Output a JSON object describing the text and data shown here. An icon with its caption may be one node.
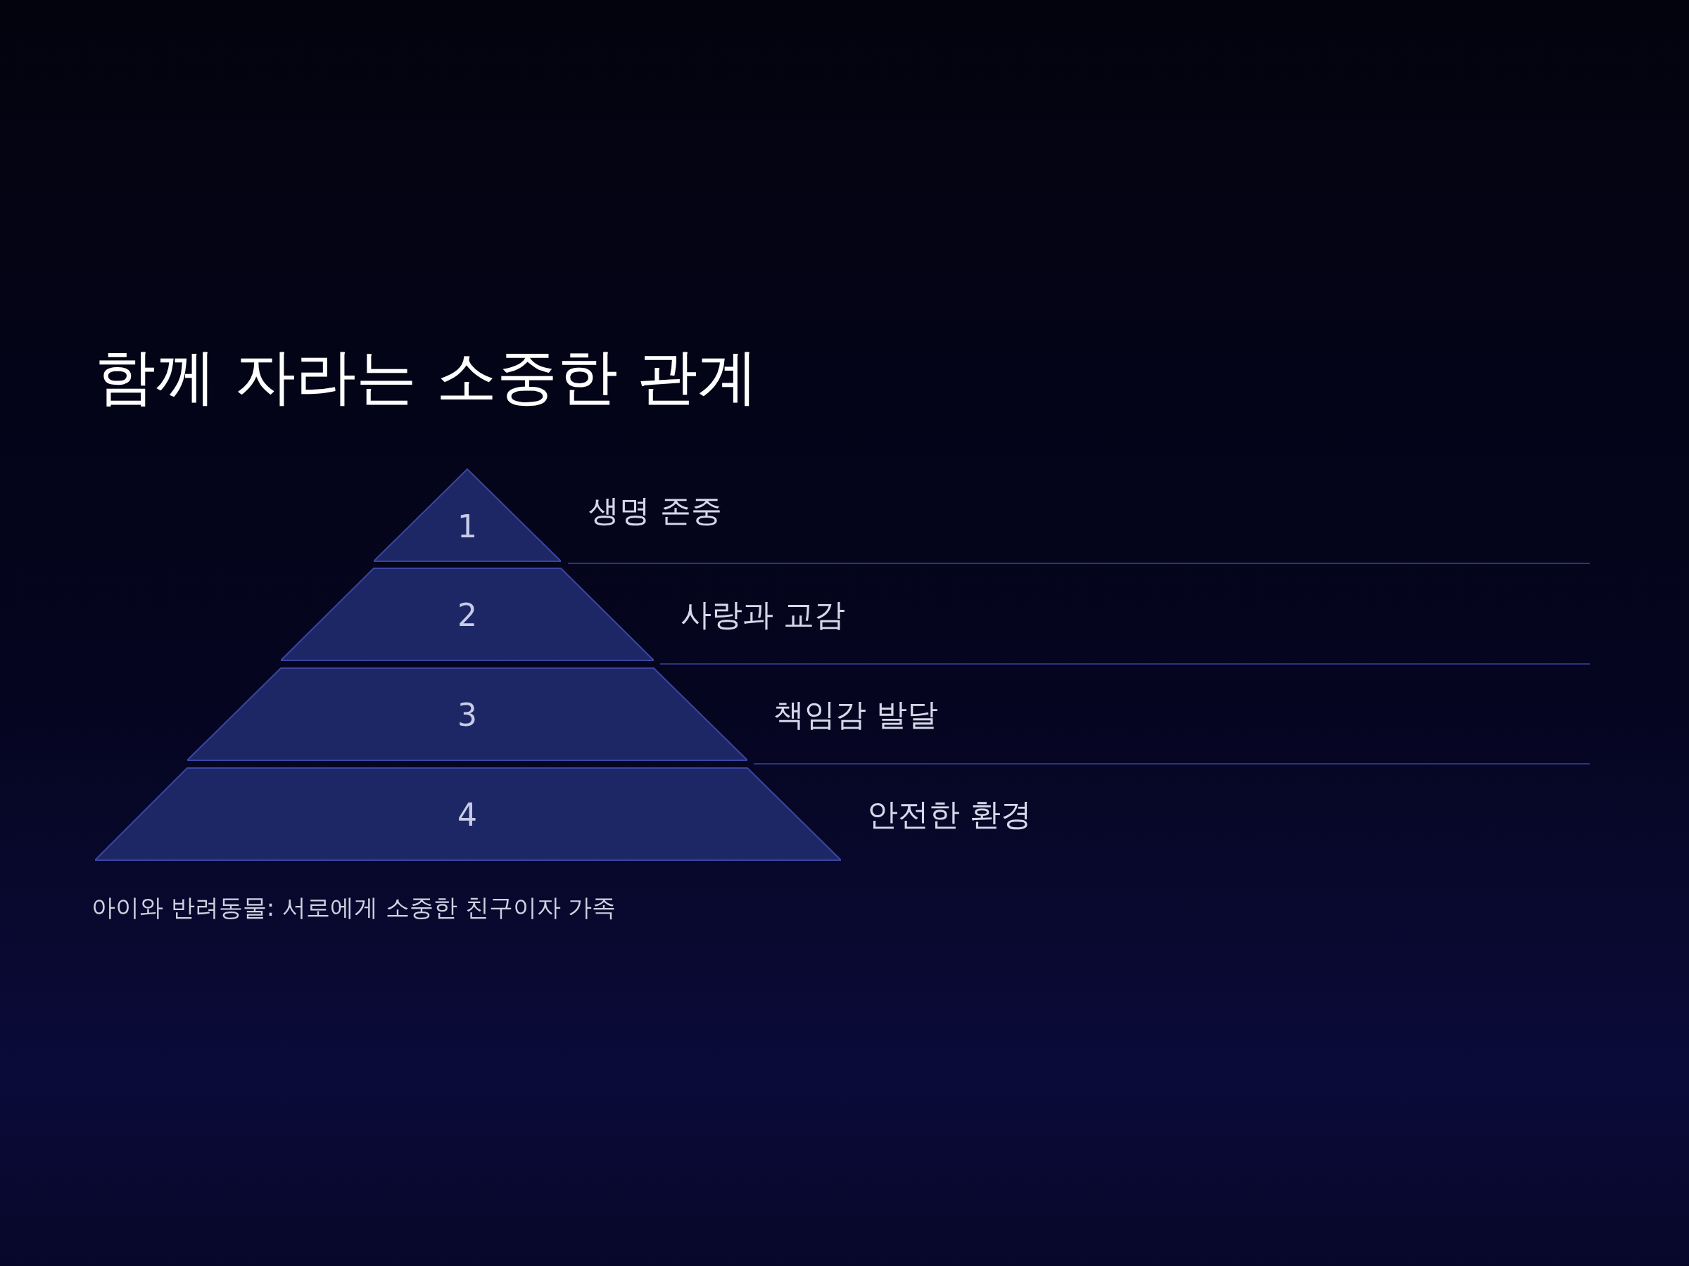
{
  "diagram": {
    "title": "함께 자라는 소중한 관계",
    "caption": "아이와 반려동물: 서로에게 소중한 친구이자 가족",
    "nodes": [
      {
        "text": [
          "1"
        ],
        "beside": [
          "생명 존중"
        ]
      },
      {
        "text": [
          "2"
        ],
        "beside": [
          "사랑과 교감"
        ]
      },
      {
        "text": [
          "3"
        ],
        "beside": [
          "책임감 발달"
        ]
      },
      {
        "text": [
          "4"
        ],
        "beside": [
          "안전한 환경"
        ]
      }
    ]
  }
}
